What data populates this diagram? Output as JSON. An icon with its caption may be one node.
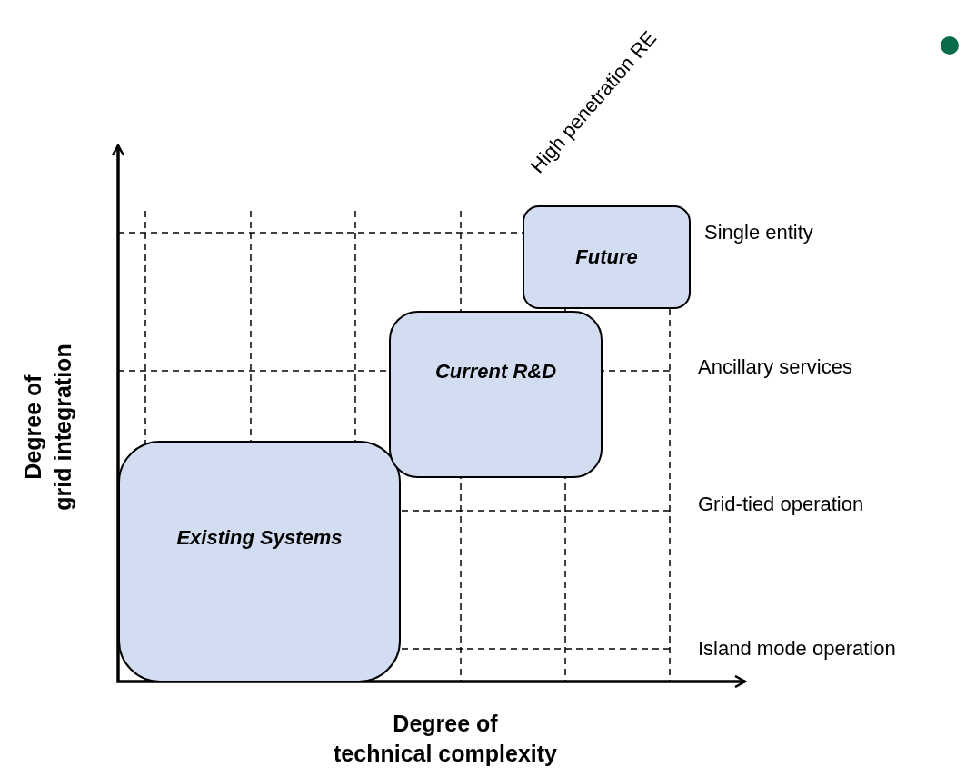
{
  "diagram": {
    "nodes": [
      {
        "text": [
          "Existing Systems"
        ]
      },
      {
        "text": [
          "Current R&D"
        ]
      },
      {
        "text": [
          "Future"
        ]
      }
    ],
    "edges": [],
    "labels": [
      "High penetration RE",
      "Single entity",
      "Ancillary services",
      "Grid-tied operation",
      "Island mode operation",
      "Degree of grid integration",
      "Degree of technical complexity"
    ]
  }
}
